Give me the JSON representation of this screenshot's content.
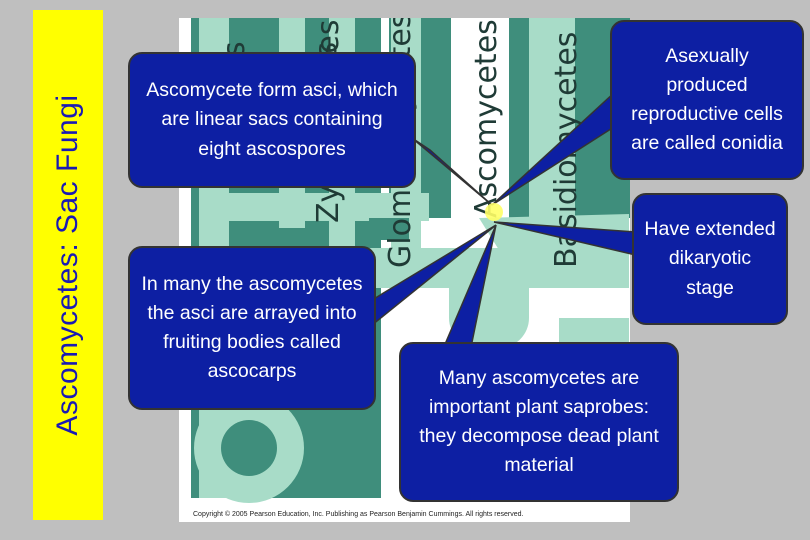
{
  "slide_title": "Ascomycetes: Sac Fungi",
  "figure": {
    "clade_labels": [
      "ds",
      "es",
      "Zygomycetes",
      "Glomeromycetes",
      "Ascomycetes",
      "Basidiomycetes"
    ],
    "copyright": "Copyright © 2005 Pearson Education, Inc. Publishing as Pearson Benjamin Cummings. All rights reserved.",
    "colors": {
      "teal_dark": "#3f8e7c",
      "teal_light": "#a8dcc8"
    }
  },
  "callouts": {
    "asci": "Ascomycete form asci, which are linear sacs containing eight ascospores",
    "conidia": "Asexually produced reproductive cells are called conidia",
    "dikaryotic": "Have extended dikaryotic stage",
    "ascocarps": "In many the ascomycetes the asci are arrayed into fruiting bodies called ascocarps",
    "saprobes": "Many ascomycetes are important plant saprobes: they decompose dead plant material"
  },
  "colors": {
    "callout_bg": "#0d1fa3",
    "title_bg": "#ffff00",
    "title_text": "#1a1ab4"
  }
}
